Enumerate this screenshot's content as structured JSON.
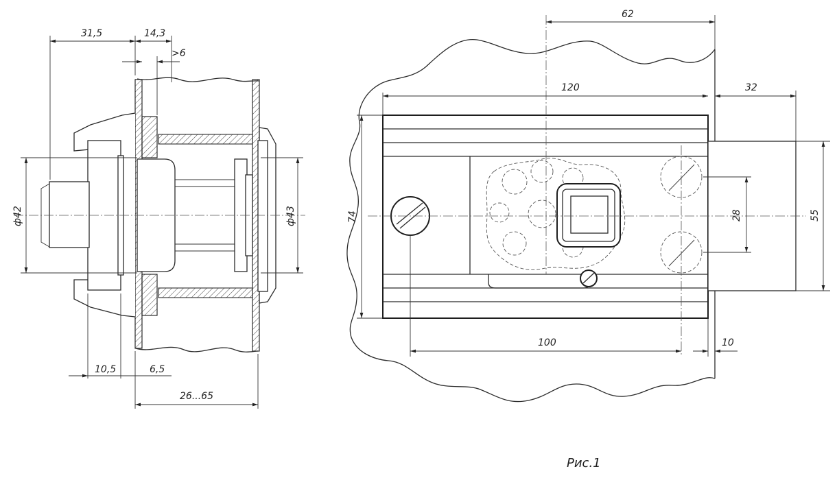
{
  "caption": "Рис.1",
  "left_view": {
    "dimensions": {
      "d_31_5": "31,5",
      "d_14_3": "14,3",
      "d_gt6": ">6",
      "d_phi42": "ф42",
      "d_phi43": "ф43",
      "d_10_5": "10,5",
      "d_6_5": "6,5",
      "d_26_65": "26...65"
    }
  },
  "right_view": {
    "dimensions": {
      "d_62": "62",
      "d_120": "120",
      "d_32": "32",
      "d_74": "74",
      "d_28": "28",
      "d_55": "55",
      "d_100": "100",
      "d_10": "10"
    }
  }
}
